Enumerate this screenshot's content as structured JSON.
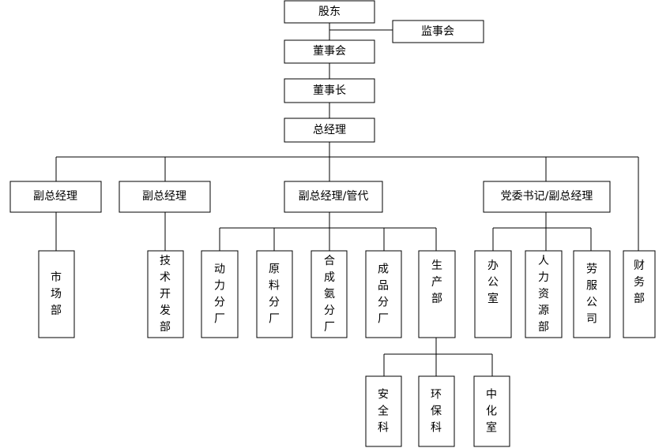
{
  "nodes": {
    "shareholders": "股东",
    "supervisory_board": "监事会",
    "board_of_directors": "董事会",
    "chairman": "董事长",
    "general_manager": "总经理",
    "deputy_gm_1": "副总经理",
    "deputy_gm_2": "副总经理",
    "deputy_gm_in_charge": "副总经理/管代",
    "party_secretary_deputy_gm": "党委书记/副总经理",
    "marketing_dept": "市场部",
    "tech_dev_dept": "技术开发部",
    "power_plant": "动力分厂",
    "raw_material_plant": "原料分厂",
    "ammonia_plant": "合成氨分厂",
    "finished_product_plant": "成品分厂",
    "production_dept": "生产部",
    "office": "办公室",
    "hr_dept": "人力资源部",
    "labor_service_company": "劳服公司",
    "finance_dept": "财务部",
    "safety_section": "安全科",
    "env_protection_section": "环保科",
    "chemical_section": "中化室"
  }
}
